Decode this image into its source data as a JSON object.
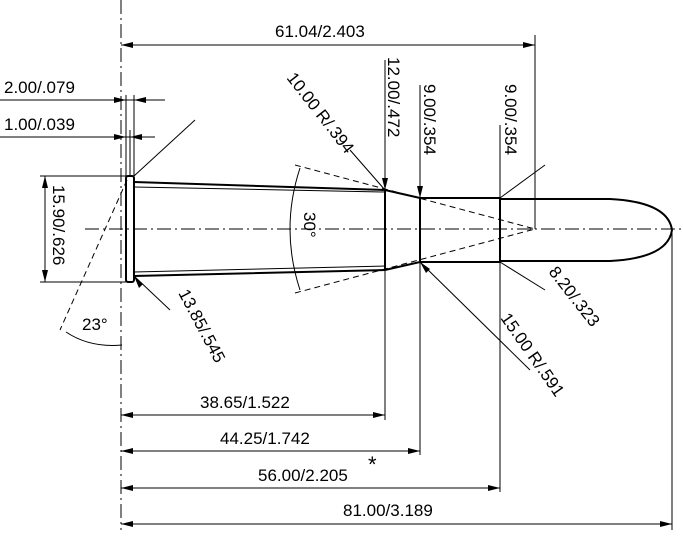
{
  "dimensions": {
    "overall_case_length": "61.04/2.403",
    "rim_thickness": "2.00/.079",
    "groove_width": "1.00/.039",
    "shoulder_radius": "10.00 R/.394",
    "shoulder_diameter": "12.00/.472",
    "neck_diameter": "9.00/.354",
    "neck_end_diameter": "9.00/.354",
    "rim_diameter": "15.90/.626",
    "shoulder_angle": "30°",
    "base_diameter": "13.85/.545",
    "bullet_diameter": "8.20/.323",
    "ogive_radius": "15.00 R/.591",
    "rim_bevel_angle": "23°",
    "length_to_shoulder": "38.65/1.522",
    "length_to_neck": "44.25/1.742",
    "length_to_bullet_base": "56.00/2.205",
    "asterisk": "*",
    "overall_cartridge_length": "81.00/3.189"
  }
}
